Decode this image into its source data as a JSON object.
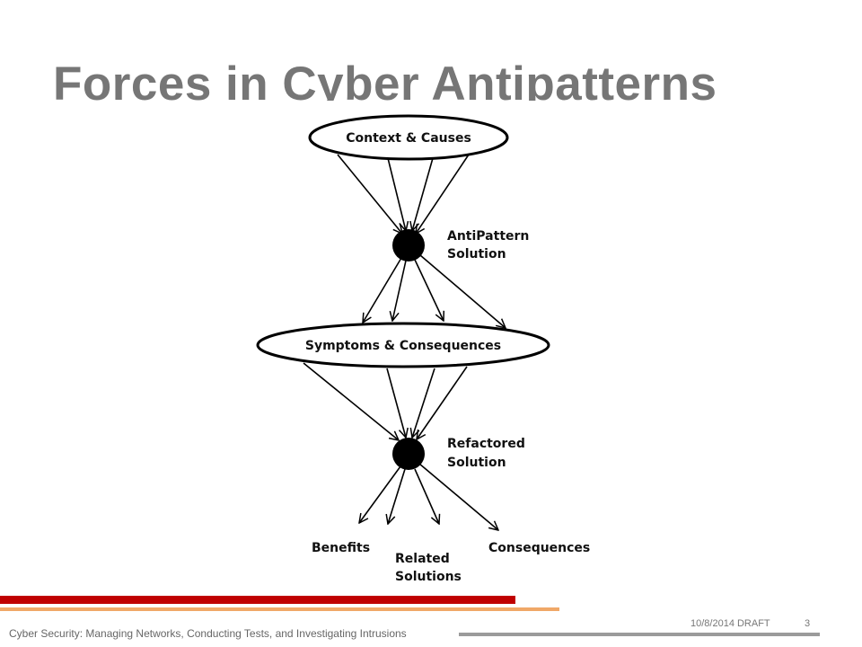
{
  "slide": {
    "title": "Forces in Cyber Antipatterns"
  },
  "diagram": {
    "context_causes": "Context & Causes",
    "antipattern_solution": [
      "AntiPattern",
      "Solution"
    ],
    "symptoms_consequences": "Symptoms & Consequences",
    "refactored_solution": [
      "Refactored",
      "Solution"
    ],
    "benefits": "Benefits",
    "related_solutions": [
      "Related",
      "Solutions"
    ],
    "consequences": "Consequences"
  },
  "footer": {
    "course": "Cyber Security: Managing Networks, Conducting Tests, and Investigating Intrusions",
    "date": "10/8/2014 DRAFT",
    "page": "3"
  },
  "colors": {
    "title": "#767676",
    "accent_red": "#c00000",
    "accent_orange": "#f0a868",
    "footer_line": "#9b9b9b"
  }
}
